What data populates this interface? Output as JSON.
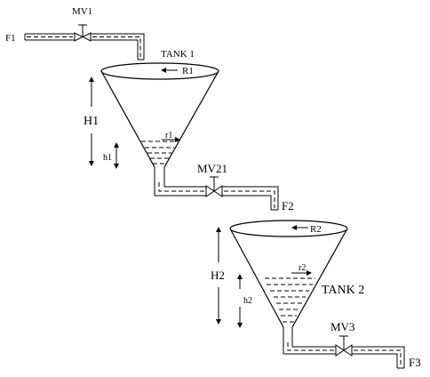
{
  "labels": {
    "mv1": "MV1",
    "f1": "F1",
    "tank1": "TANK 1",
    "r1_big": "R1",
    "H1": "H1",
    "h1": "h1",
    "r1_small": "r1",
    "mv21": "MV21",
    "f2": "F2",
    "r2_big": "R2",
    "H2": "H2",
    "h2": "h2",
    "r2_small": "r2",
    "tank2": "TANK 2",
    "mv3": "MV3",
    "f3": "F3"
  }
}
